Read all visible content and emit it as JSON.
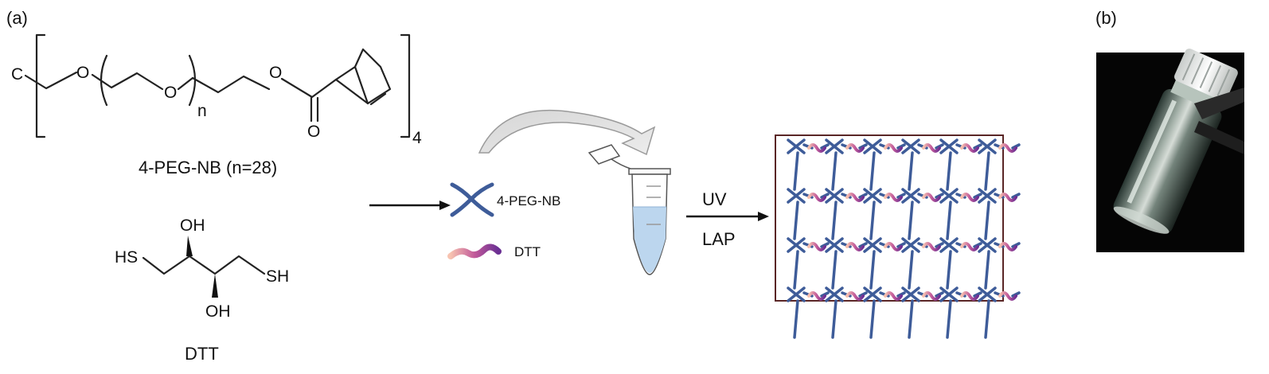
{
  "panels": {
    "a_label": "(a)",
    "b_label": "(b)"
  },
  "peg": {
    "core_atom": "C",
    "oxygen": "O",
    "carbonyl_oxygen": "O",
    "repeat_subscript": "n",
    "arm_subscript": "4",
    "caption": "4-PEG-NB (n=28)"
  },
  "dtt": {
    "oh_top": "OH",
    "oh_bottom": "OH",
    "hs_left": "HS",
    "sh_right": "SH",
    "caption": "DTT"
  },
  "legend": {
    "peg_label": "4-PEG-NB",
    "dtt_label": "DTT"
  },
  "reaction": {
    "top_label": "UV",
    "bottom_label": "LAP"
  },
  "colors": {
    "network_blue": "#3e5c99",
    "dtt_purple": "#7a3a99",
    "dtt_pink": "#f0a58c",
    "solution_blue": "#bcd6ee",
    "arrow_gray": "#c9c9c9",
    "frame_brown": "#5a2626"
  }
}
